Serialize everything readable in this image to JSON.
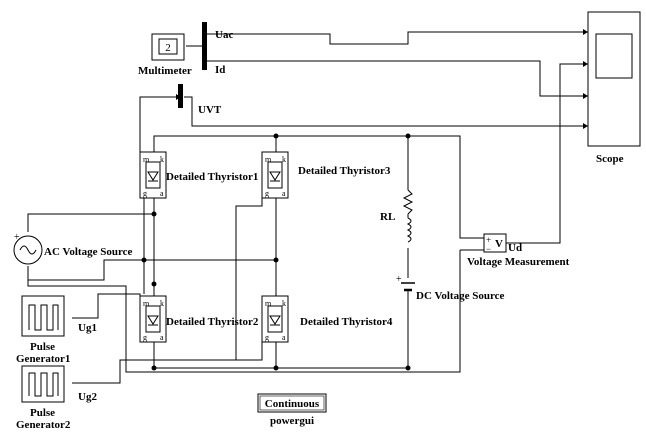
{
  "blocks": {
    "multimeter": {
      "label": "Multimeter",
      "display": "2"
    },
    "mux": {
      "out1": "Uac",
      "out2": "Id"
    },
    "uvt": {
      "label": "UVT"
    },
    "scope": {
      "label": "Scope"
    },
    "thyristor1": {
      "label": "Detailed Thyristor1"
    },
    "thyristor2": {
      "label": "Detailed Thyristor2"
    },
    "thyristor3": {
      "label": "Detailed Thyristor3"
    },
    "thyristor4": {
      "label": "Detailed Thyristor4"
    },
    "ac_source": {
      "label": "AC Voltage Source"
    },
    "dc_source": {
      "label": "DC Voltage Source"
    },
    "rl": {
      "label": "RL"
    },
    "voltage_measurement": {
      "label": "Voltage Measurement",
      "symbol": "V",
      "out": "Ud"
    },
    "pulse1": {
      "line1": "Pulse",
      "line2": "Generator1",
      "out": "Ug1"
    },
    "pulse2": {
      "line1": "Pulse",
      "line2": "Generator2",
      "out": "Ug2"
    },
    "powergui": {
      "box": "Continuous",
      "label": "powergui"
    }
  },
  "thyristor_pins": {
    "m": "m",
    "k": "k",
    "g": "g",
    "a": "a"
  }
}
